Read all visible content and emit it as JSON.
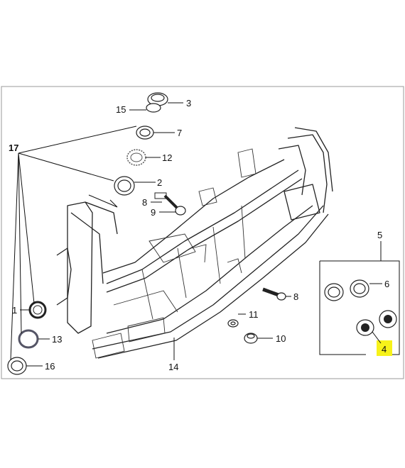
{
  "diagram": {
    "callouts": {
      "c1": "1",
      "c2": "2",
      "c3": "3",
      "c4": "4",
      "c5": "5",
      "c6": "6",
      "c7": "7",
      "c8a": "8",
      "c8b": "8",
      "c9": "9",
      "c10": "10",
      "c11": "11",
      "c12": "12",
      "c13": "13",
      "c14": "14",
      "c15": "15",
      "c16": "16",
      "c17": "17"
    },
    "colors": {
      "highlight": "#f7f21a",
      "line": "#222222",
      "border": "#999999"
    }
  }
}
